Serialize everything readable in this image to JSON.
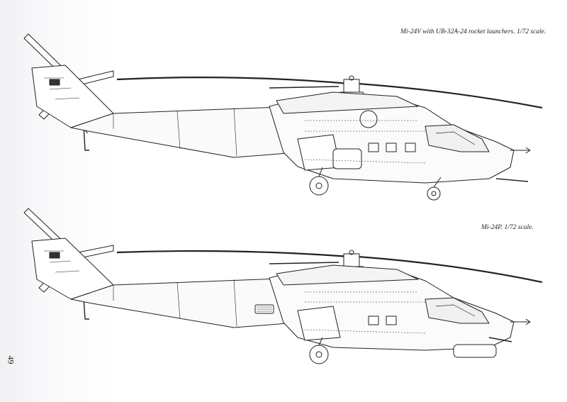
{
  "captions": {
    "top": "Mi-24V with UB-32A-24 rocket launchers. 1/72 scale.",
    "bottom": "Mi-24P. 1/72 scale."
  },
  "page_number": "49"
}
